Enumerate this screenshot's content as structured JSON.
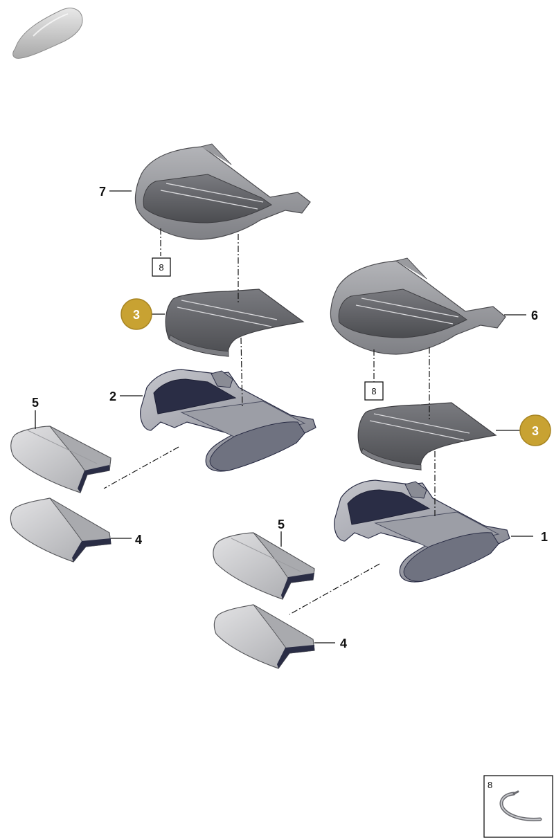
{
  "colors": {
    "hotspot_fill": "#c8a232",
    "hotspot_stroke": "#a88522",
    "part_dark": "#5e5e62",
    "part_mid": "#8d8e92",
    "part_light": "#c9c9cc",
    "frame_dark": "#2a2d45"
  },
  "icons": {
    "thumbnail": "car-silhouette-icon",
    "inset": "wire-clip-icon"
  },
  "callouts": {
    "c1": "1",
    "c2": "2",
    "c3a": "3",
    "c3b": "3",
    "c4a": "4",
    "c4b": "4",
    "c5a": "5",
    "c5b": "5",
    "c6": "6",
    "c7": "7",
    "c8a": "8",
    "c8b": "8",
    "c8inset": "8"
  }
}
